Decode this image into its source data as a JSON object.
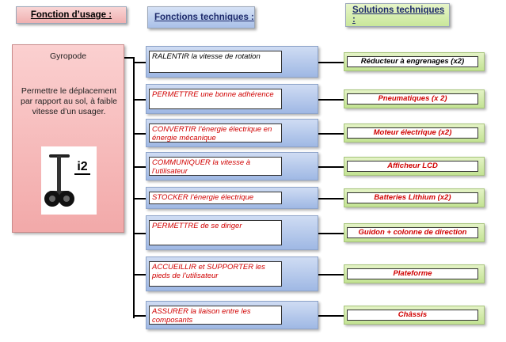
{
  "headers": {
    "usage": "Fonction d’usage :",
    "technical": "Fonctions techniques :",
    "solutions": "Solutions techniques :"
  },
  "usage": {
    "title": "Gyropode",
    "description": "Permettre le déplacement par rapport au sol, à faible vitesse d’un usager."
  },
  "rows": [
    {
      "function": "RALENTIR la vitesse de rotation",
      "solution": "Réducteur à engrenages (x2)"
    },
    {
      "function": "PERMETTRE une bonne adhérence",
      "solution": "Pneumatiques (x 2)"
    },
    {
      "function": "CONVERTIR l’énergie électrique en énergie mécanique",
      "solution": "Moteur électrique (x2)"
    },
    {
      "function": "COMMUNIQUER la vitesse à l’utilisateur",
      "solution": "Afficheur LCD"
    },
    {
      "function": "STOCKER l’énergie électrique",
      "solution": "Batteries Lithium (x2)"
    },
    {
      "function": "PERMETTRE de se diriger",
      "solution": "Guidon + colonne de direction"
    },
    {
      "function": "ACCUEILLIR et SUPPORTER les pieds de l’utilisateur",
      "solution": "Plateforme"
    },
    {
      "function": "ASSURER la liaison entre les composants",
      "solution": "Châssis"
    }
  ],
  "colors": {
    "function_text": "#d00000",
    "first_row_text": "#000000",
    "connector": "#000000"
  },
  "photo_icon": "segway-i2-photo"
}
